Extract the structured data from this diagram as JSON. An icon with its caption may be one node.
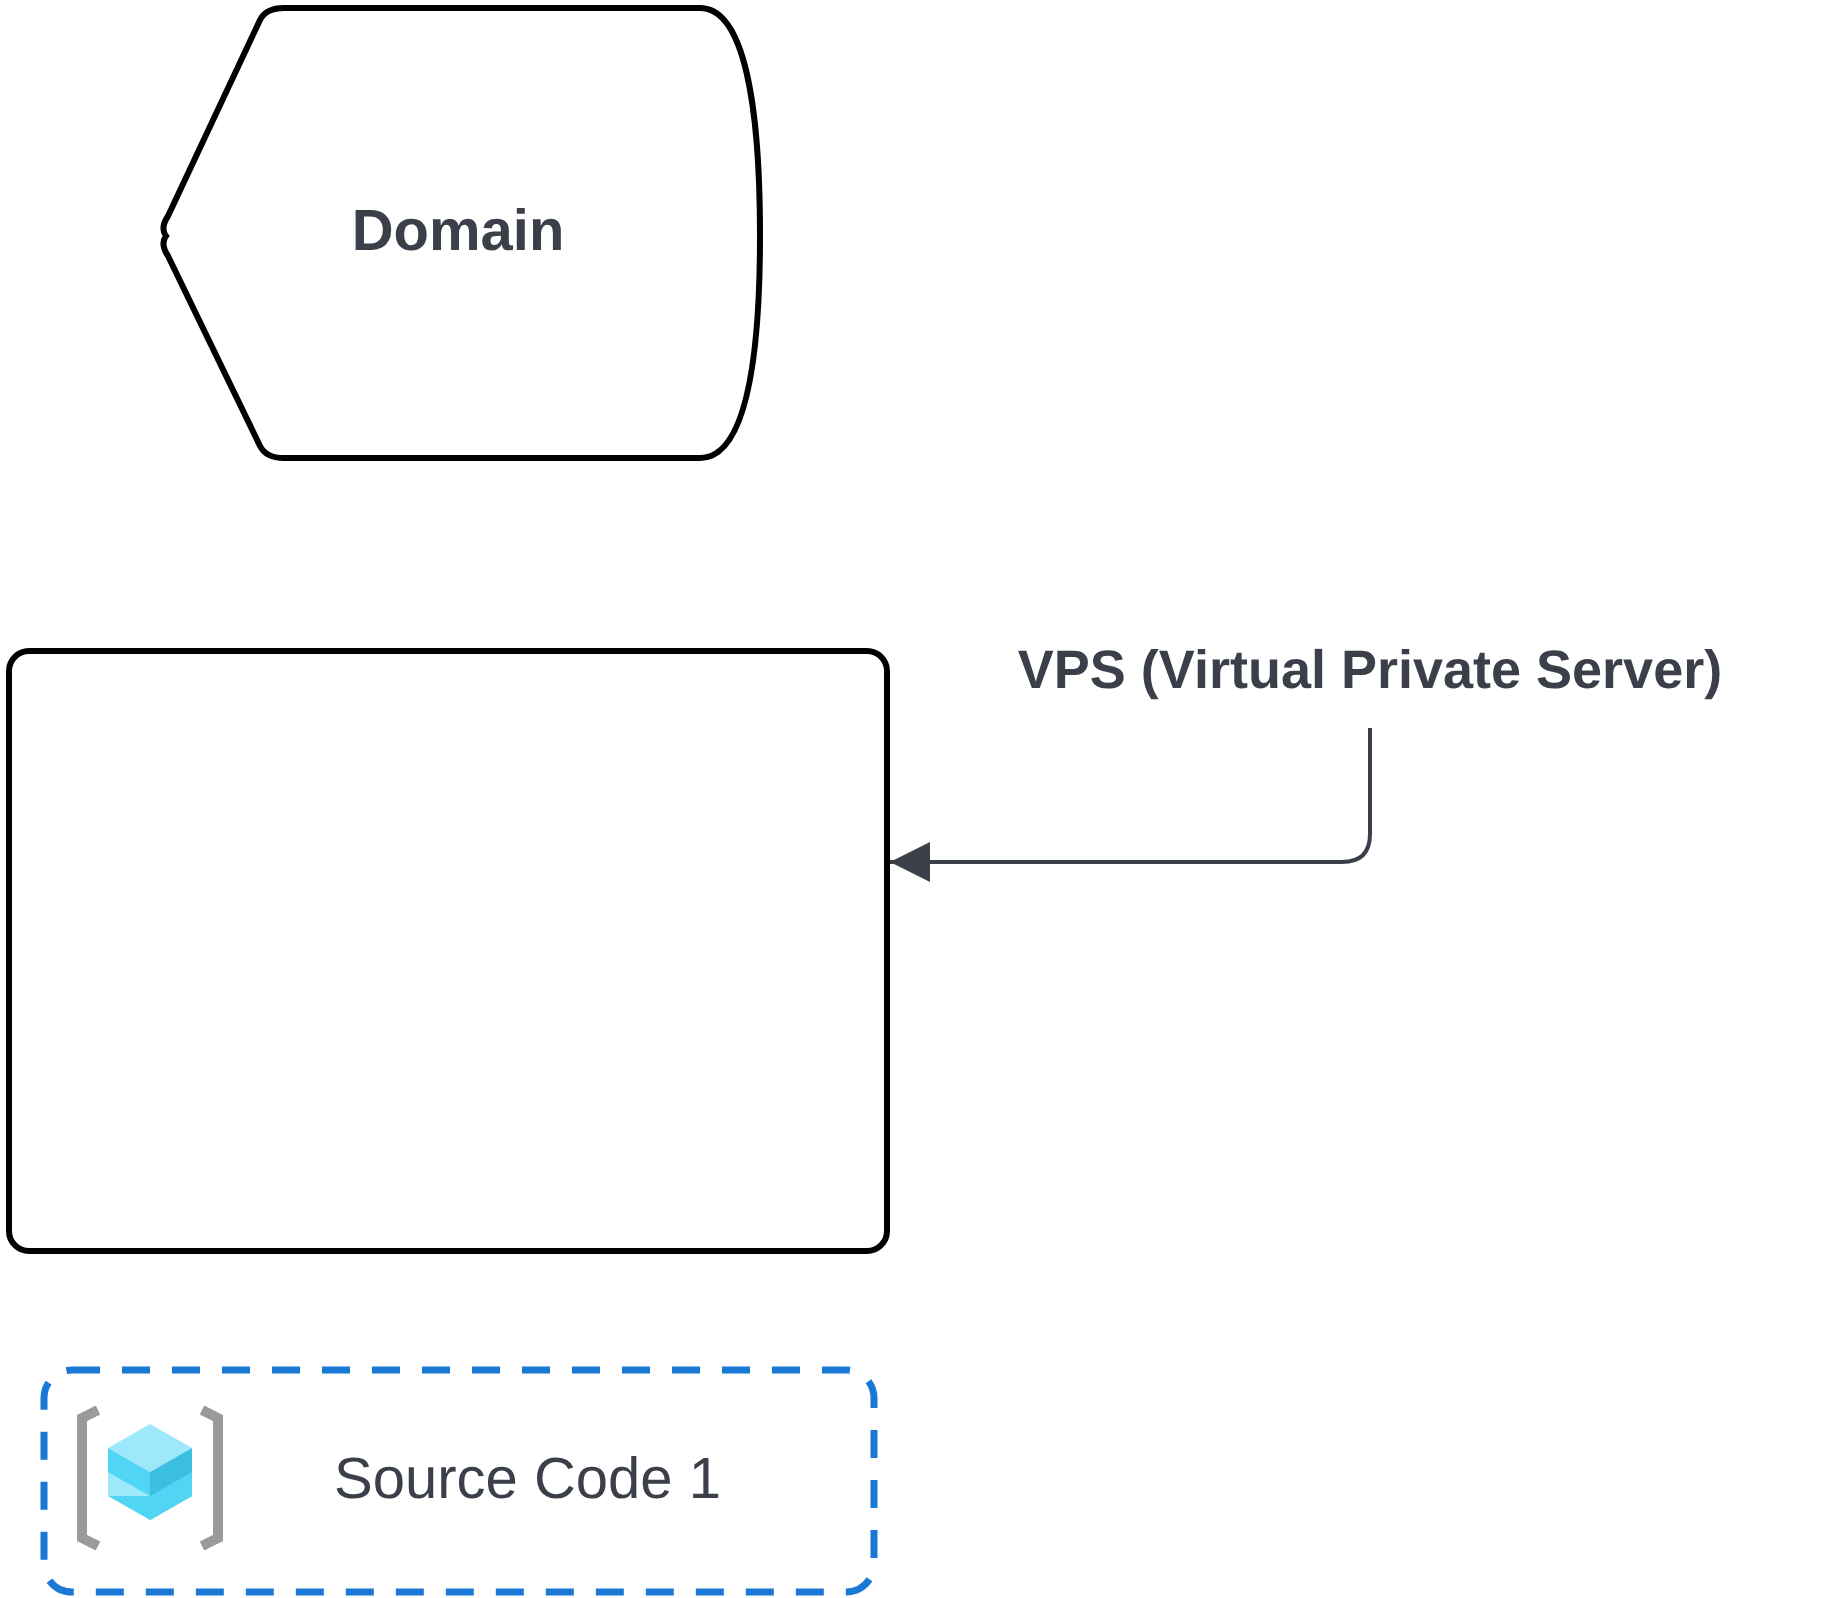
{
  "diagram": {
    "nodes": [
      {
        "text": [
          "Domain"
        ]
      },
      {
        "text": [
          "VPS (Virtual Private Server)"
        ]
      },
      {
        "text": [],
        "shape": "box"
      },
      {
        "text": [
          "Source Code 1"
        ]
      }
    ],
    "edges": [
      {
        "from": 1,
        "to": 2,
        "arrow": "to"
      }
    ]
  }
}
